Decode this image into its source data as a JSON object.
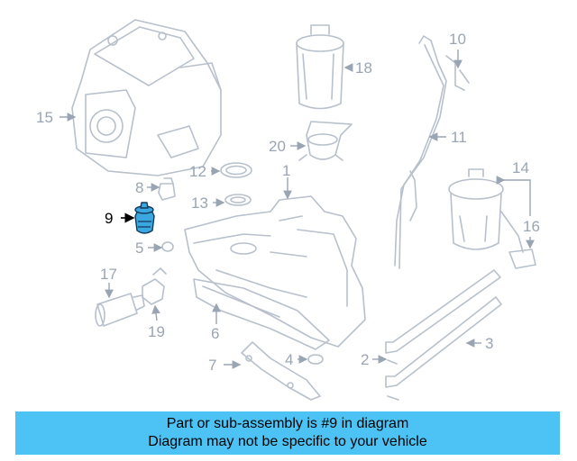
{
  "diagram": {
    "highlighted_part": "9",
    "highlight_color": "#3aa7e0",
    "callouts": [
      "1",
      "2",
      "3",
      "4",
      "5",
      "6",
      "7",
      "8",
      "9",
      "10",
      "11",
      "12",
      "13",
      "14",
      "15",
      "16",
      "17",
      "18",
      "19",
      "20"
    ]
  },
  "caption": {
    "line1": "Part or sub-assembly is #9 in diagram",
    "line2": "Diagram may not be specific to your vehicle",
    "background": "#4dc3f5"
  }
}
